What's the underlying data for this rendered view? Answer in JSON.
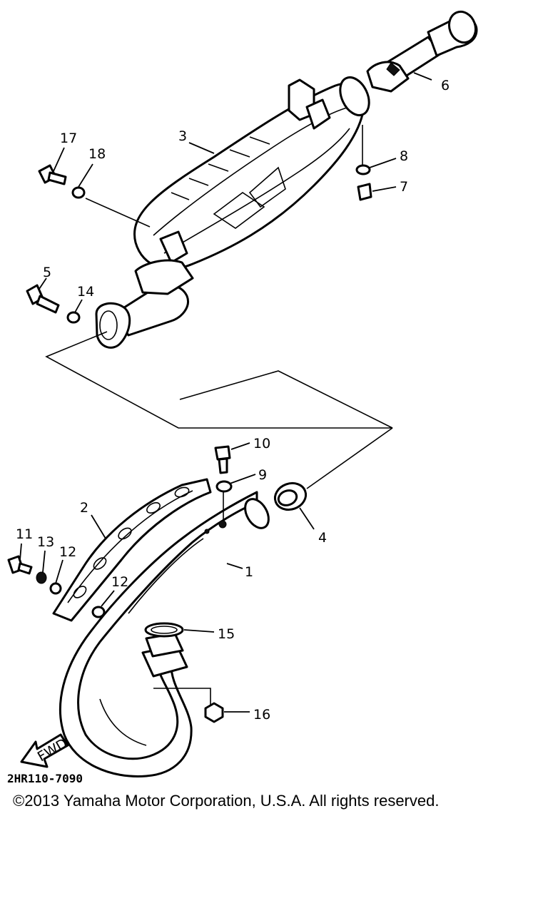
{
  "diagram": {
    "callouts": [
      "1",
      "2",
      "3",
      "4",
      "5",
      "6",
      "7",
      "8",
      "9",
      "10",
      "11",
      "12",
      "12",
      "13",
      "14",
      "15",
      "16",
      "17",
      "18"
    ],
    "fwd_label": "FWD",
    "drawing_code": "2HR110-7090"
  },
  "copyright": "©2013 Yamaha Motor Corporation, U.S.A. All rights reserved."
}
